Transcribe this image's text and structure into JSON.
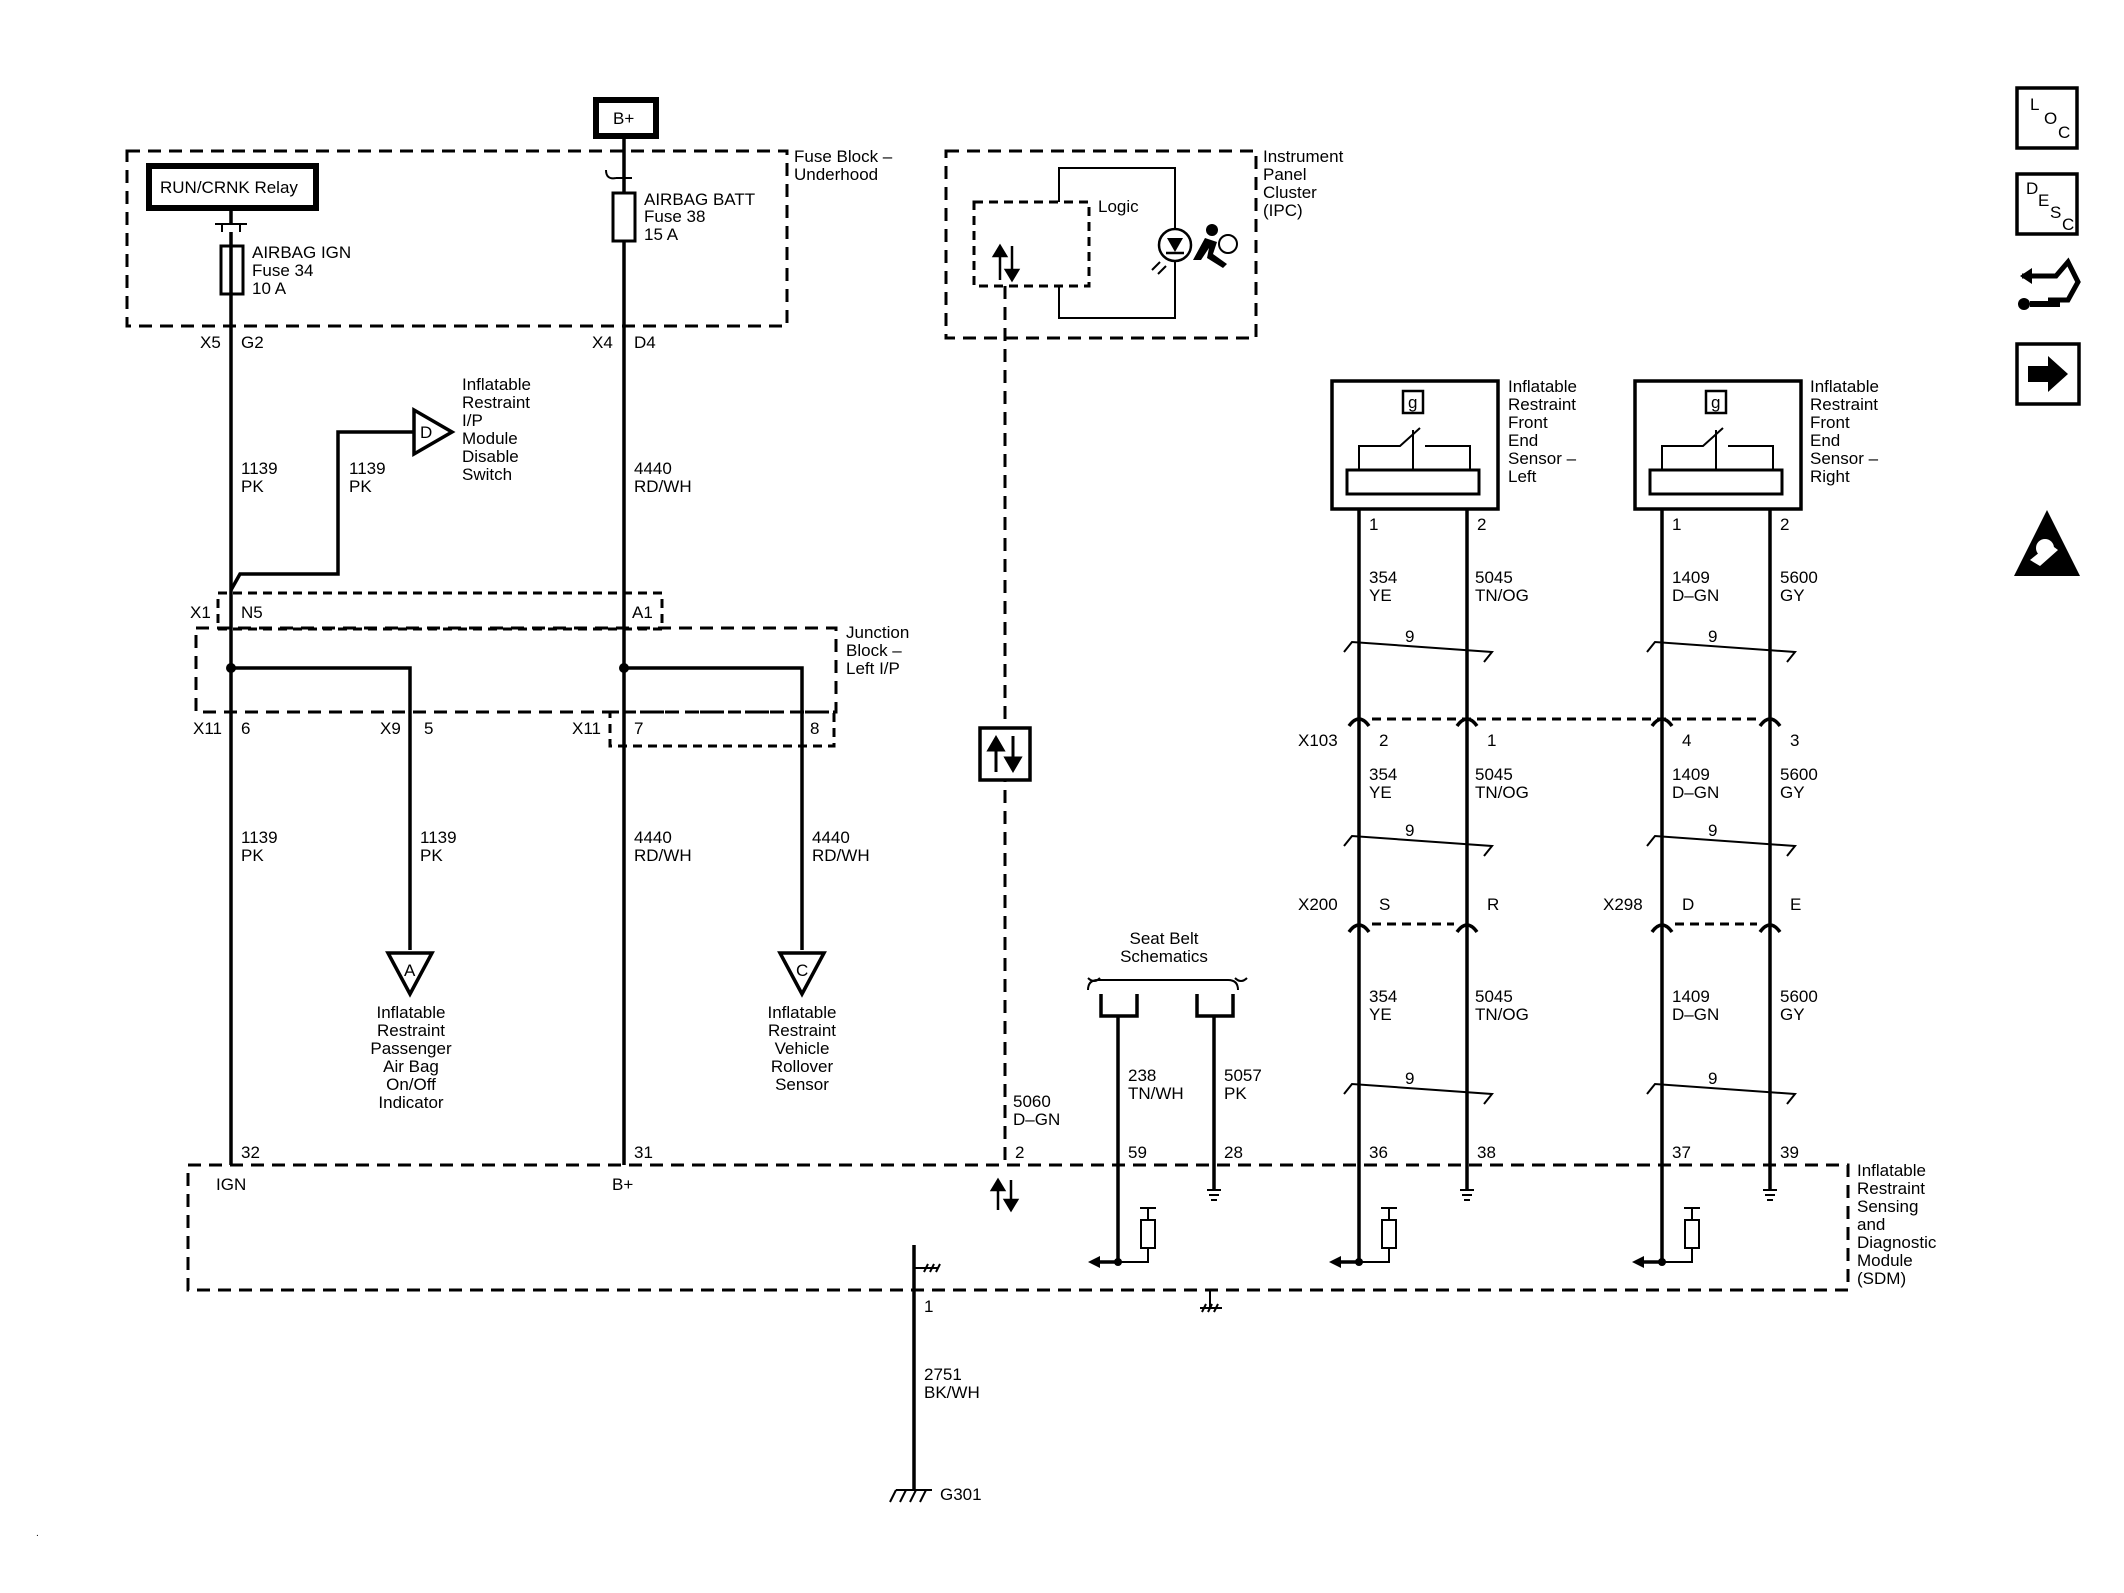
{
  "power": {
    "bplus": "B+"
  },
  "fuse_block": {
    "label": [
      "Fuse Block –",
      "Underhood"
    ],
    "relay": "RUN/CRNK Relay",
    "fuse_ign": [
      "AIRBAG IGN",
      "Fuse 34",
      "10 A"
    ],
    "fuse_batt": [
      "AIRBAG BATT",
      "Fuse 38",
      "15 A"
    ]
  },
  "ipc": {
    "label": [
      "Instrument",
      "Panel",
      "Cluster",
      "(IPC)"
    ],
    "logic": "Logic"
  },
  "disable_switch": {
    "letter": "D",
    "label": [
      "Inflatable",
      "Restraint",
      "I/P",
      "Module",
      "Disable",
      "Switch"
    ]
  },
  "junction_block": {
    "label": [
      "Junction",
      "Block –",
      "Left I/P"
    ]
  },
  "pass_indicator": {
    "letter": "A",
    "label": [
      "Inflatable",
      "Restraint",
      "Passenger",
      "Air Bag",
      "On/Off",
      "Indicator"
    ]
  },
  "rollover": {
    "letter": "C",
    "label": [
      "Inflatable",
      "Restraint",
      "Vehicle",
      "Rollover",
      "Sensor"
    ]
  },
  "seat_belt": {
    "label": [
      "Seat Belt",
      "Schematics"
    ]
  },
  "sensor_left": {
    "tag": "g",
    "label": [
      "Inflatable",
      "Restraint",
      "Front",
      "End",
      "Sensor –",
      "Left"
    ]
  },
  "sensor_right": {
    "tag": "g",
    "label": [
      "Inflatable",
      "Restraint",
      "Front",
      "End",
      "Sensor –",
      "Right"
    ]
  },
  "sdm": {
    "label": [
      "Inflatable",
      "Restraint",
      "Sensing",
      "and",
      "Diagnostic",
      "Module",
      "(SDM)"
    ],
    "ign": "IGN",
    "bplus": "B+"
  },
  "ground": {
    "id": "G301",
    "circuit": "2751",
    "color": "BK/WH",
    "pin": "1"
  },
  "wires": {
    "pk": {
      "circuit": "1139",
      "color": "PK"
    },
    "rdwh": {
      "circuit": "4440",
      "color": "RD/WH"
    },
    "dgn": {
      "circuit": "5060",
      "color": "D–GN"
    },
    "tnwh": {
      "circuit": "238",
      "color": "TN/WH"
    },
    "pk2": {
      "circuit": "5057",
      "color": "PK"
    },
    "ye": {
      "circuit": "354",
      "color": "YE"
    },
    "tnog": {
      "circuit": "5045",
      "color": "TN/OG"
    },
    "dgn2": {
      "circuit": "1409",
      "color": "D–GN"
    },
    "gy": {
      "circuit": "5600",
      "color": "GY"
    },
    "twist": "9"
  },
  "connectors": {
    "x5": "X5",
    "g2": "G2",
    "x4": "X4",
    "d4": "D4",
    "x1": "X1",
    "n5": "N5",
    "a1": "A1",
    "x11a": "X11",
    "p6": "6",
    "x9": "X9",
    "p5": "5",
    "x11b": "X11",
    "p7": "7",
    "p8": "8",
    "x103": "X103",
    "x103_pins": [
      "2",
      "1",
      "4",
      "3"
    ],
    "x200": "X200",
    "x200_pins": [
      "S",
      "R"
    ],
    "x298": "X298",
    "x298_pins": [
      "D",
      "E"
    ],
    "sensor_pins": [
      "1",
      "2",
      "1",
      "2"
    ],
    "sdm_pins": [
      "32",
      "31",
      "2",
      "59",
      "28",
      "36",
      "38",
      "37",
      "39"
    ]
  },
  "side_icons": {
    "loc": [
      "L",
      "O",
      "C"
    ],
    "desc": [
      "D",
      "E",
      "S",
      "C"
    ],
    "icons": [
      "connector-tool-icon",
      "next-arrow-icon",
      "airbag-warning-icon"
    ]
  }
}
